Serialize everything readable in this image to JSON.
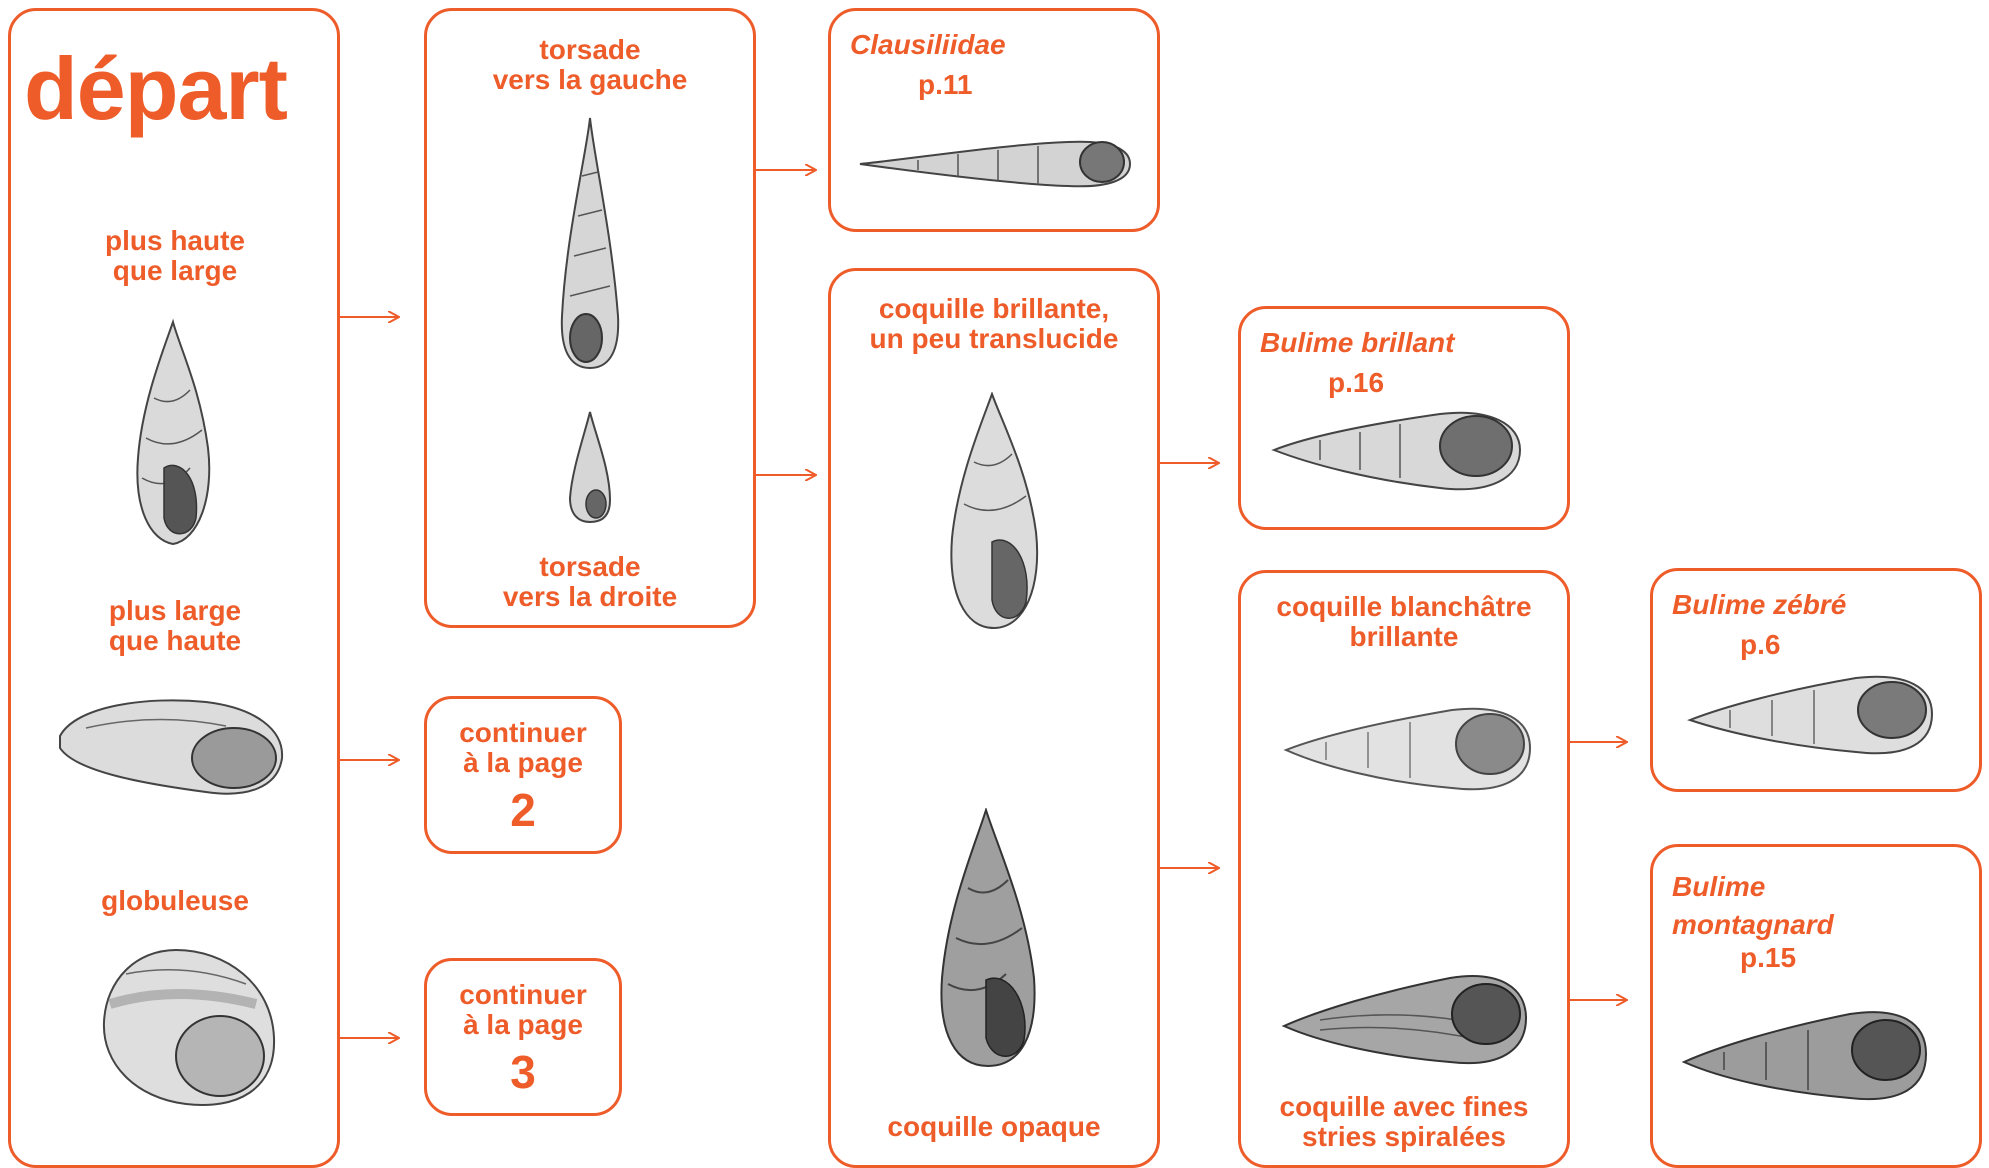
{
  "colors": {
    "accent": "#ee5c2a",
    "shell_fill": "#d7d7d7",
    "shell_line": "#444444"
  },
  "start": {
    "title": "départ",
    "opt1": "plus haute\nque large",
    "opt2": "plus large\nque haute",
    "opt3": "globuleuse"
  },
  "twist": {
    "left": "torsade\nvers la gauche",
    "right": "torsade\nvers la droite"
  },
  "cont2": {
    "text": "continuer\nà la page",
    "page": "2"
  },
  "cont3": {
    "text": "continuer\nà la page",
    "page": "3"
  },
  "clausiliidae": {
    "name": "Clausiliidae",
    "page": "p.11"
  },
  "shine": {
    "top": "coquille brillante,\nun peu translucide",
    "bottom": "coquille opaque"
  },
  "bulime_brillant": {
    "name": "Bulime brillant",
    "page": "p.16"
  },
  "whitish": {
    "top": "coquille blanchâtre\nbrillante",
    "bottom": "coquille avec fines\nstries spiralées"
  },
  "bulime_zebre": {
    "name": "Bulime zébré",
    "page": "p.6"
  },
  "bulime_montagnard": {
    "name": "Bulime\nmontagnard",
    "page": "p.15"
  }
}
